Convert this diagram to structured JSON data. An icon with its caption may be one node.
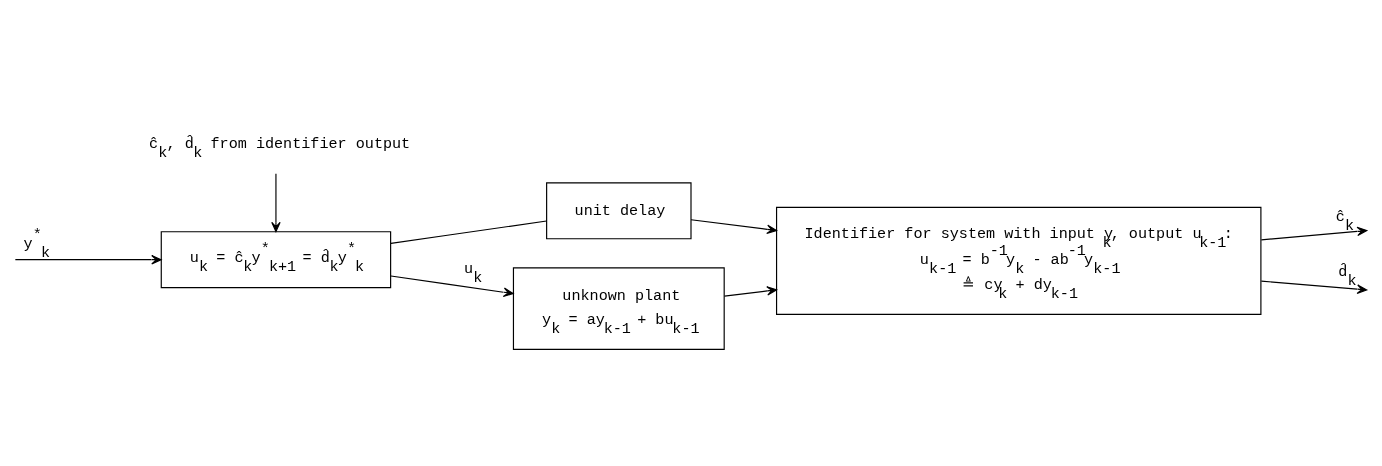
{
  "diagram": {
    "nodes": [
      {
        "text": [
          "u$_{k}$ = ĉ$_{k}$y$^{*}$$_{k+1}$ = d̂$_{k}$y$^{*}$$_{k}$"
        ]
      },
      {
        "text": [
          "unit delay"
        ]
      },
      {
        "text": [
          "unknown plant",
          "y$_{k}$ = ay$_{k-1}$ + bu$_{k-1}$"
        ]
      },
      {
        "text": [
          "Identifier for system with input y$_{k}$, output u$_{k-1}$:",
          "u$_{k-1}$ = b$^{-1}$y$_{k}$ - ab$^{-1}$y$_{k-1}$",
          "≜ cy$_{k}$ + dy$_{k-1}$"
        ]
      },
      {
        "text": [
          "ĉ$_{k}$, d̂$_{k}$ from identifier output"
        ]
      }
    ],
    "edges": [
      {
        "from": null,
        "to": 0,
        "arrow": "to",
        "label": "y$^{*}$$_{k}$"
      },
      {
        "from": 0,
        "to": 1,
        "arrow": "none"
      },
      {
        "from": 0,
        "to": 2,
        "arrow": "to",
        "label": "u$_{k}$"
      },
      {
        "from": 1,
        "to": 3,
        "arrow": "to"
      },
      {
        "from": 2,
        "to": 3,
        "arrow": "to"
      },
      {
        "from": 3,
        "to": null,
        "arrow": "to",
        "label": "ĉ$_{k}$"
      },
      {
        "from": 3,
        "to": null,
        "arrow": "to",
        "label": "d̂$_{k}$"
      },
      {
        "from": 4,
        "to": 0,
        "arrow": "to"
      }
    ]
  }
}
